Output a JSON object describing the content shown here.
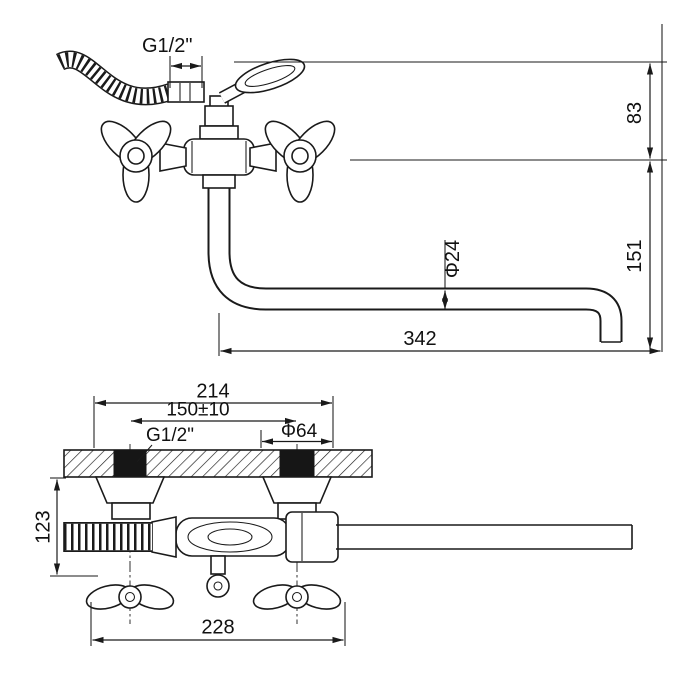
{
  "drawing": {
    "kind": "technical dimension drawing",
    "subject": "wall-mounted two-handle bath mixer faucet with long swivel spout and shower hose",
    "front_view": {
      "dims": {
        "hose_thread": "G1/2\"",
        "top_offset": "83",
        "drop_height": "151",
        "spout_reach": "342",
        "spout_tube_diameter": "Φ24"
      }
    },
    "plan_view": {
      "dims": {
        "flange_span": "214",
        "inlet_centers": "150±10",
        "inlet_thread": "G1/2\"",
        "flange_diameter": "Φ64",
        "wall_to_handle": "123",
        "overall_width": "228"
      }
    }
  },
  "colors": {
    "line": "#1a1a1a",
    "background": "#ffffff"
  }
}
